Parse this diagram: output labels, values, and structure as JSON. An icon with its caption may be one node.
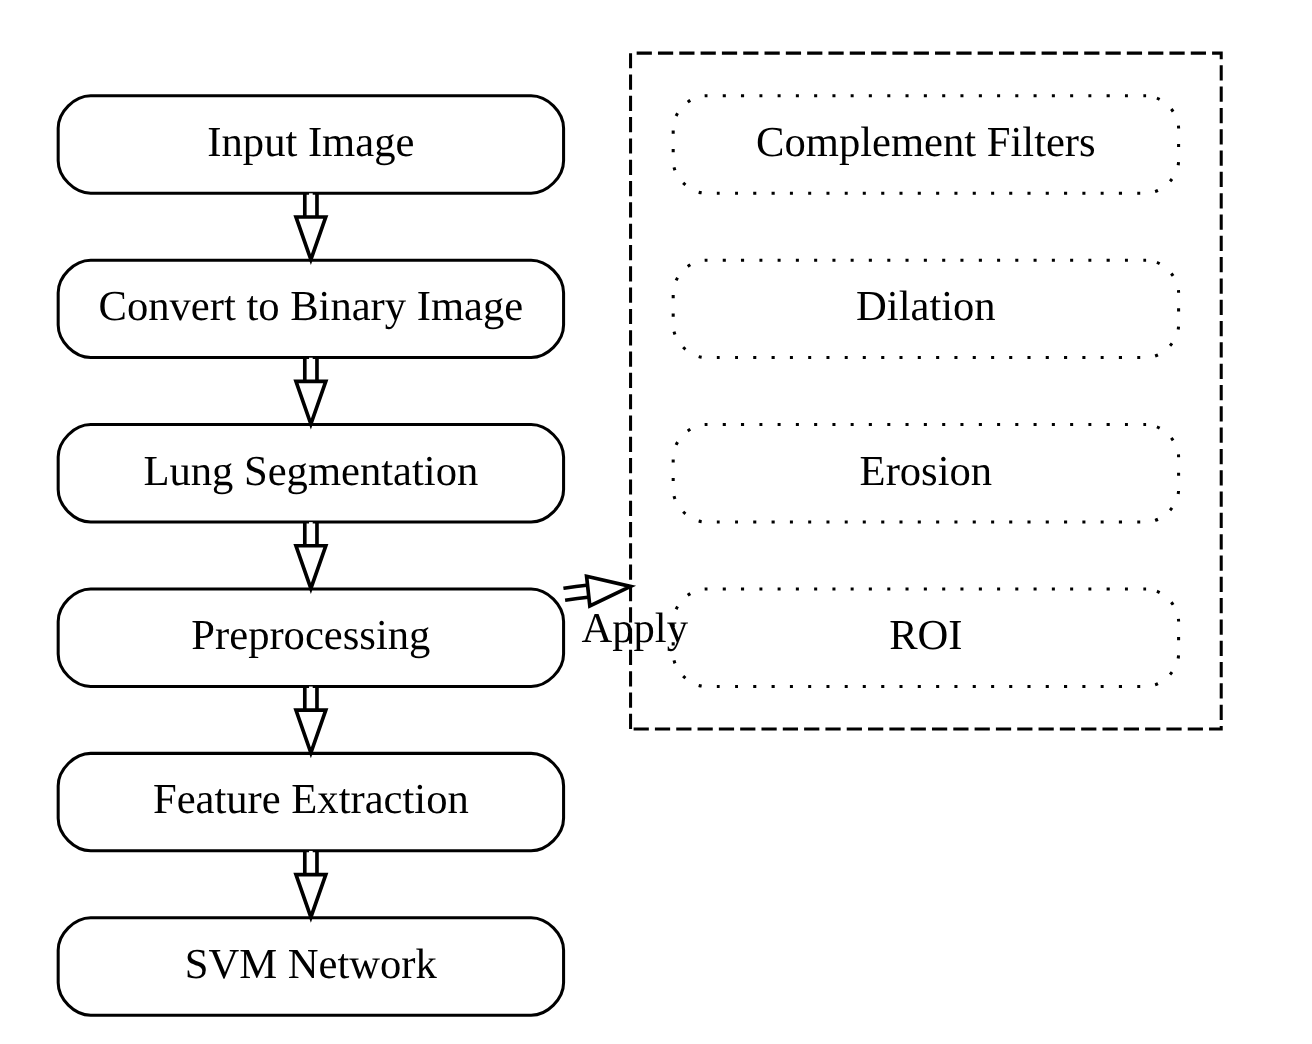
{
  "diagram": {
    "nodes": [
      {
        "text": [
          "Input Image"
        ]
      },
      {
        "text": [
          "Convert to Binary Image"
        ]
      },
      {
        "text": [
          "Lung Segmentation"
        ]
      },
      {
        "text": [
          "Preprocessing"
        ]
      },
      {
        "text": [
          "Feature Extraction"
        ]
      },
      {
        "text": [
          "SVM Network"
        ]
      },
      {
        "text": [],
        "shape": "box"
      },
      {
        "text": [
          "Complement Filters"
        ],
        "in": 6
      },
      {
        "text": [
          "Dilation"
        ],
        "in": 6
      },
      {
        "text": [
          "Erosion"
        ],
        "in": 6
      },
      {
        "text": [
          "ROI"
        ],
        "in": 6
      }
    ],
    "edges": [
      {
        "from": 0,
        "to": 1,
        "arrow": "to"
      },
      {
        "from": 1,
        "to": 2,
        "arrow": "to"
      },
      {
        "from": 2,
        "to": 3,
        "arrow": "to"
      },
      {
        "from": 3,
        "to": 4,
        "arrow": "to"
      },
      {
        "from": 4,
        "to": 5,
        "arrow": "to"
      },
      {
        "from": 3,
        "to": 6,
        "arrow": "to",
        "label": "Apply"
      }
    ]
  }
}
